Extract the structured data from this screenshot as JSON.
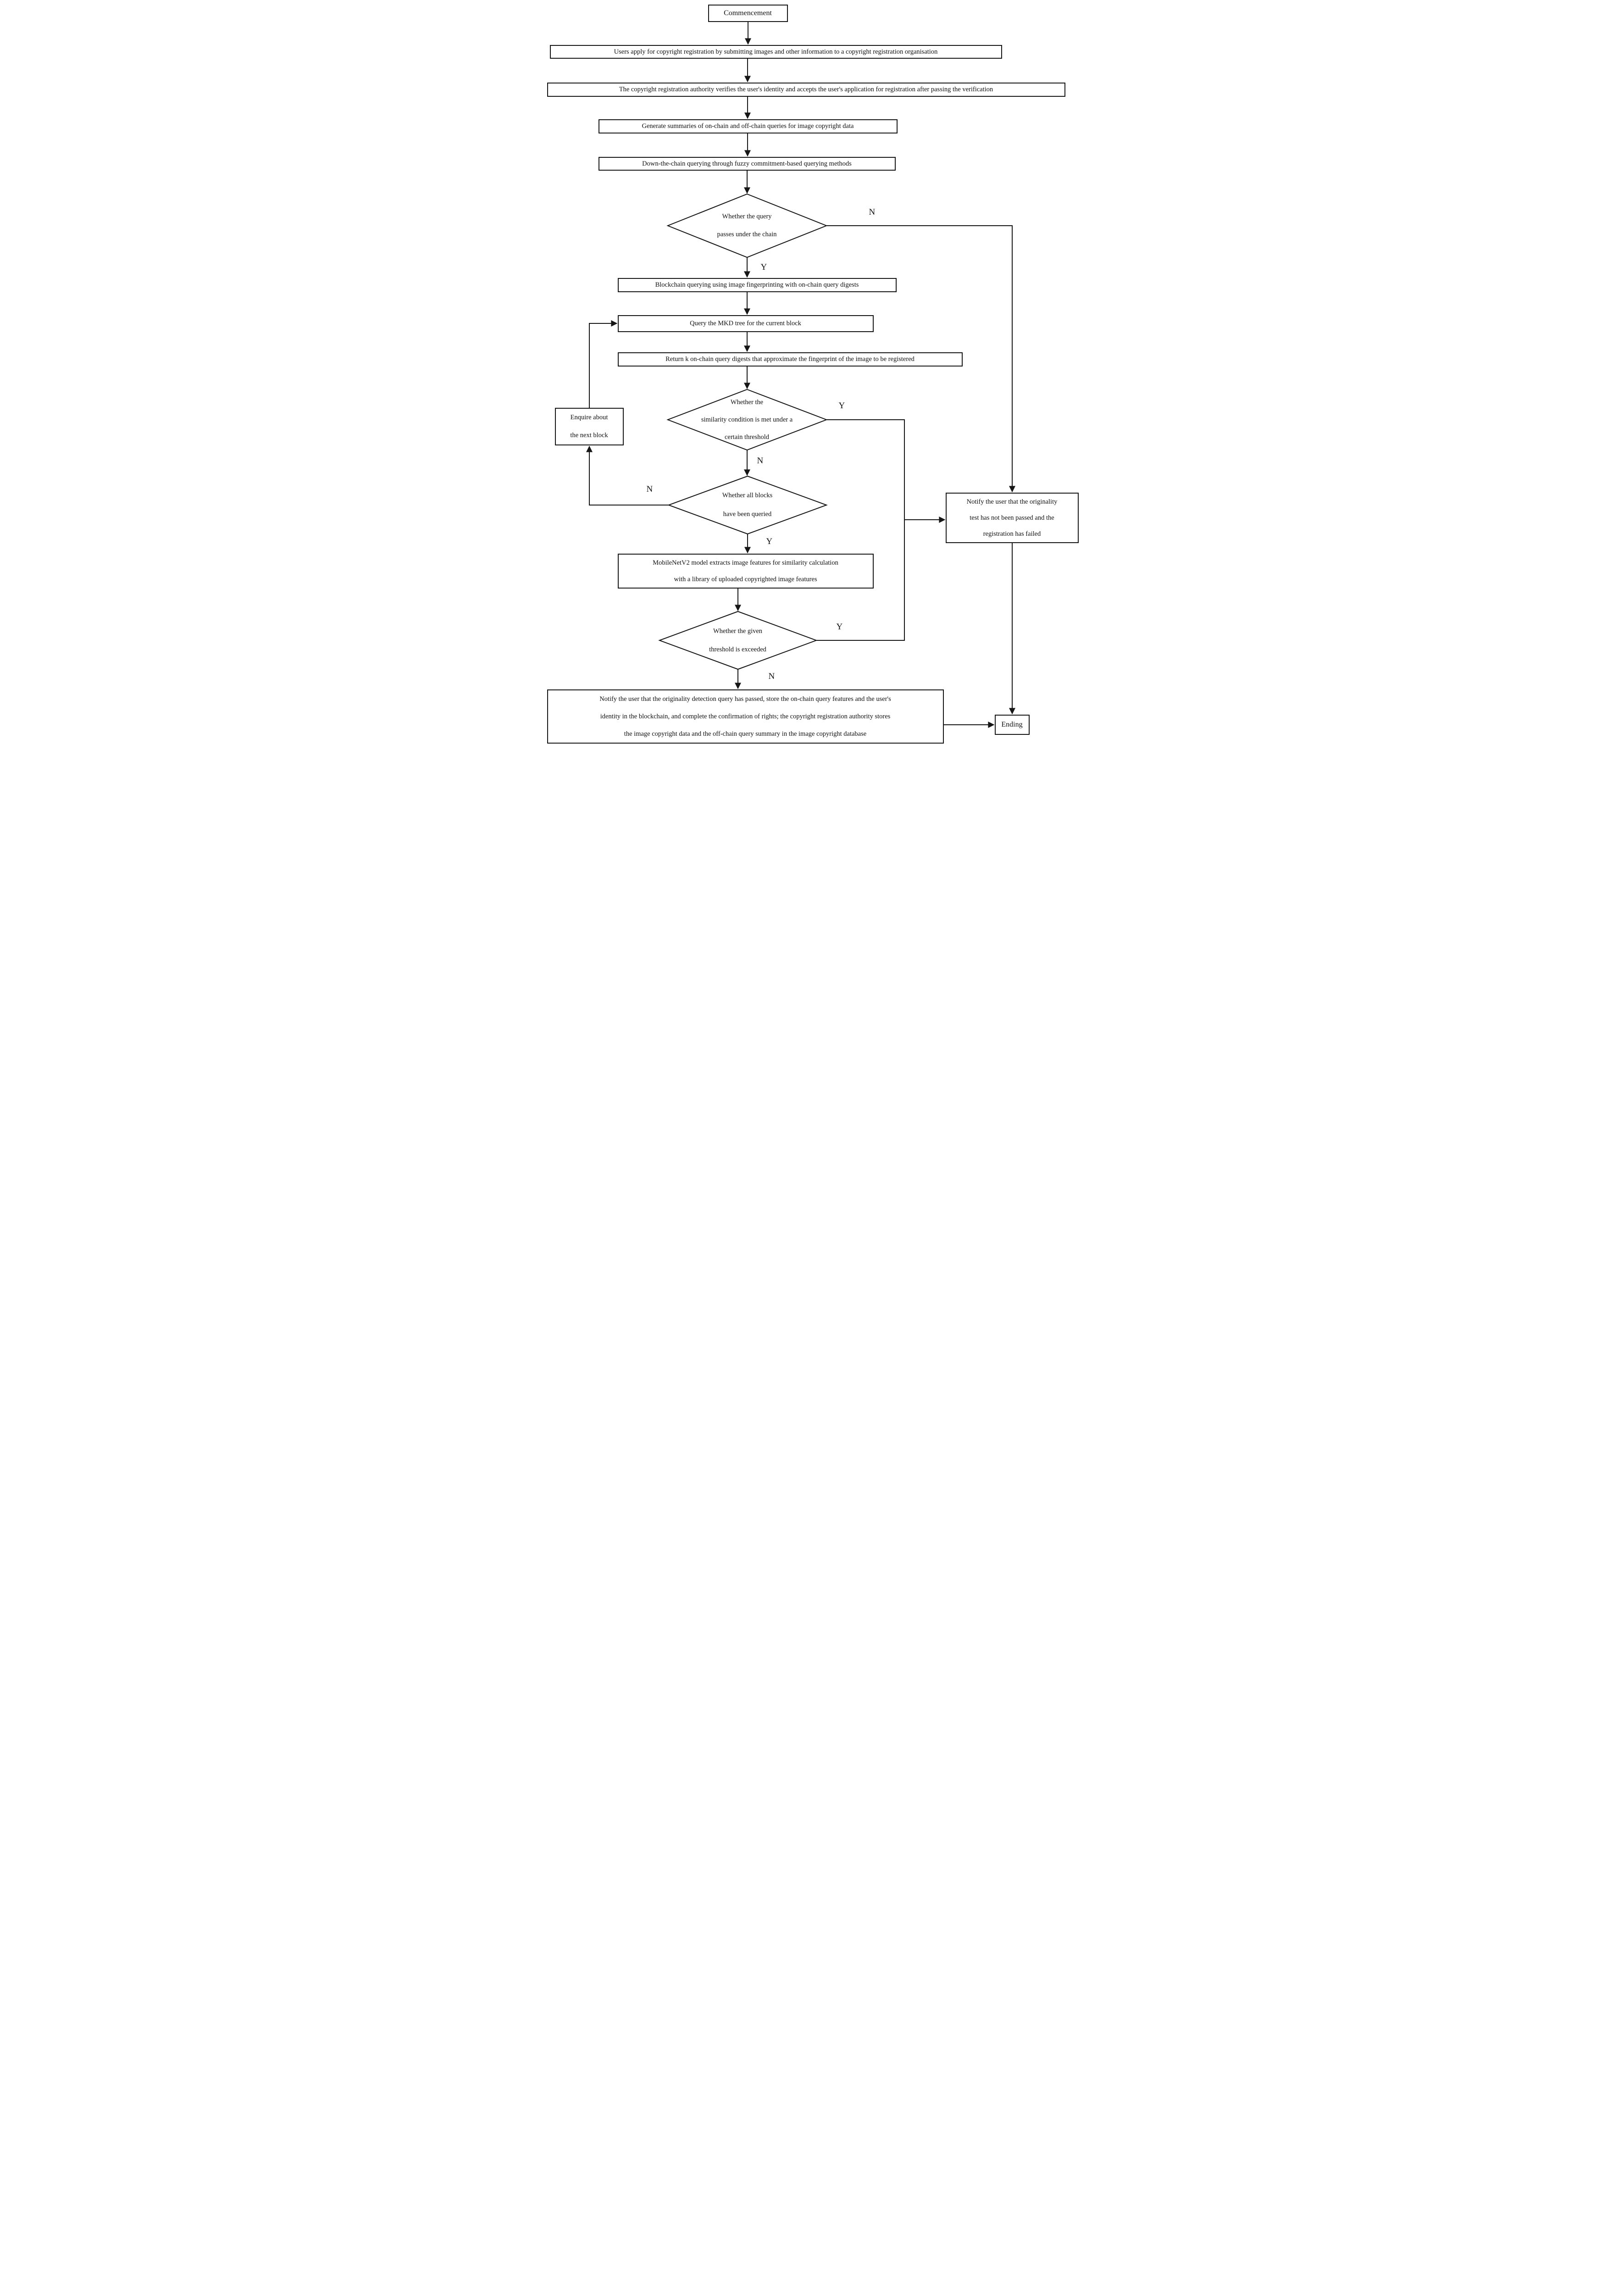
{
  "page": {
    "background_color": "#ffffff",
    "line_color": "#161616"
  },
  "flowchart": {
    "nodes": {
      "start": "Commencement",
      "apply": "Users apply for copyright registration by submitting images and other information to a copyright registration organisation",
      "verify": "The copyright registration authority verifies the user's identity and accepts the user's application for registration after passing the verification",
      "generate_summaries": "Generate summaries of on-chain and off-chain queries for image copyright data",
      "offchain_query": "Down-the-chain querying through fuzzy commitment-based querying methods",
      "blockchain_query": "Blockchain querying using image fingerprinting with on-chain query digests",
      "query_mkd": "Query the MKD tree for the current block",
      "return_digests": "Return k on-chain query digests that approximate the fingerprint of the image to be registered",
      "ending": "Ending"
    },
    "decisions": {
      "query_passes": {
        "line1": "Whether the query",
        "line2": "passes under the chain"
      },
      "similarity": {
        "line1": "Whether the",
        "line2": "similarity condition is met under a",
        "line3": "certain threshold"
      },
      "all_blocks": {
        "line1": "Whether all blocks",
        "line2": "have been queried"
      },
      "threshold": {
        "line1": "Whether the given",
        "line2": "threshold is exceeded"
      }
    },
    "multiline_nodes": {
      "enquire": {
        "line1": "Enquire about",
        "line2": "the next block"
      },
      "notify_failed": {
        "line1": "Notify the user that the originality",
        "line2": "test has not been passed and the",
        "line3": "registration has failed"
      },
      "mobilenet": {
        "line1": "MobileNetV2 model extracts image features for similarity calculation",
        "line2": "with a library of uploaded copyrighted image features"
      },
      "notify_passed": {
        "line1": "Notify the user that the originality detection query has passed, store the on-chain query features and the user's",
        "line2": "identity in the blockchain, and complete the confirmation of rights; the copyright registration authority stores",
        "line3": "the image copyright data and the off-chain query summary in the image copyright database"
      }
    },
    "branch_labels": {
      "query_passes_no": "N",
      "query_passes_yes": "Y",
      "similarity_yes": "Y",
      "similarity_no": "N",
      "all_blocks_no": "N",
      "all_blocks_yes": "Y",
      "threshold_yes": "Y",
      "threshold_no": "N"
    }
  }
}
